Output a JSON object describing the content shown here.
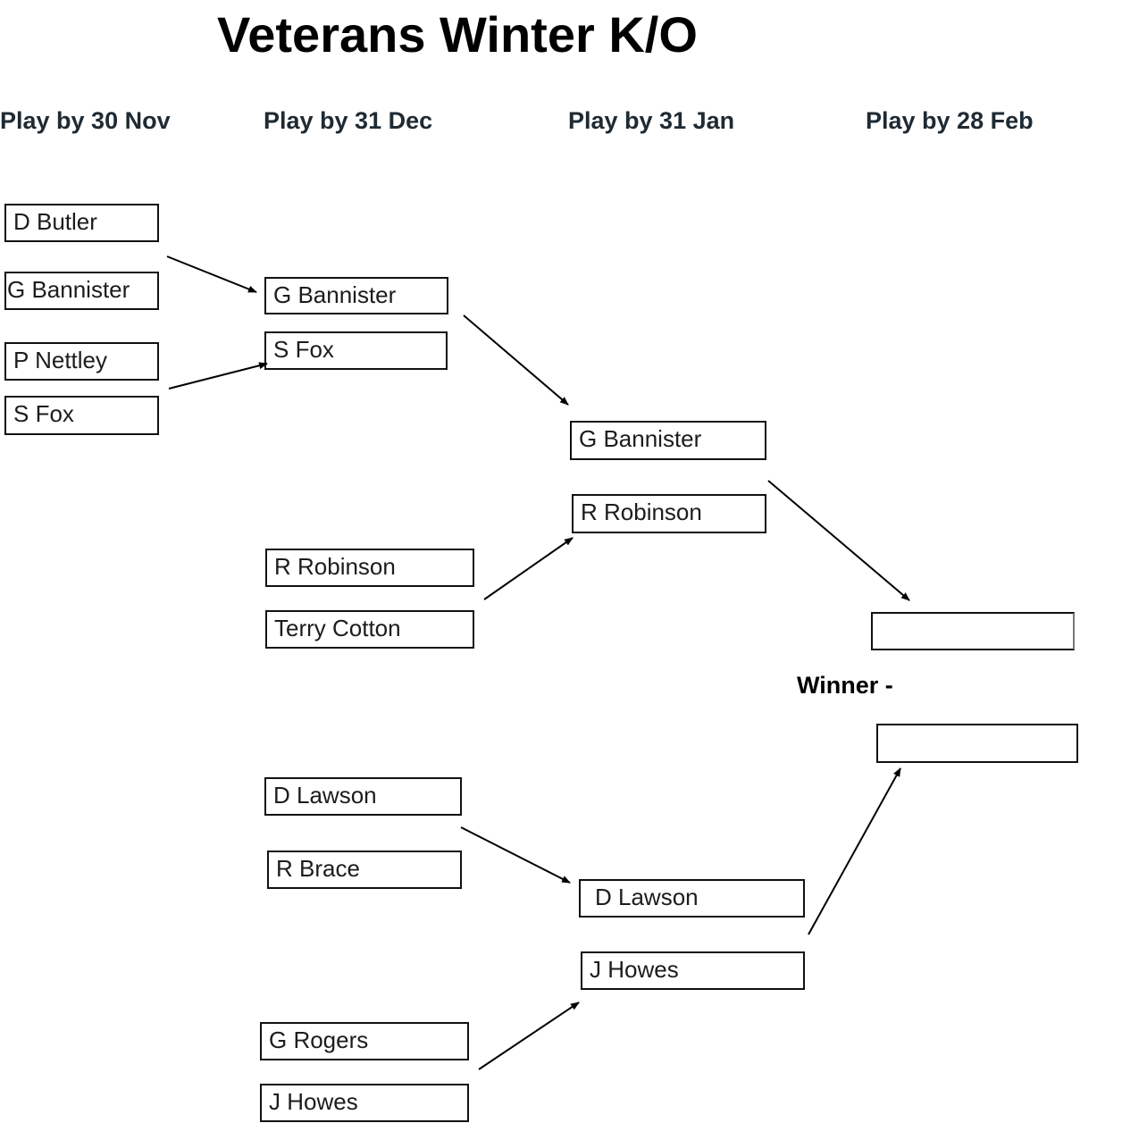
{
  "title": "Veterans Winter K/O",
  "rounds": [
    "Play by 30 Nov",
    "Play by 31 Dec",
    "Play by 31 Jan",
    "Play by 28 Feb"
  ],
  "round1": [
    "D Butler",
    "G Bannister",
    "P Nettley",
    "S Fox"
  ],
  "round2": [
    "G Bannister",
    "S Fox",
    "R Robinson",
    "Terry Cotton",
    "D Lawson",
    "R Brace",
    "G Rogers",
    "J Howes"
  ],
  "round3": [
    "G Bannister",
    "R Robinson",
    "D Lawson",
    "J Howes"
  ],
  "final": [
    "",
    ""
  ],
  "winner_label": "Winner -"
}
